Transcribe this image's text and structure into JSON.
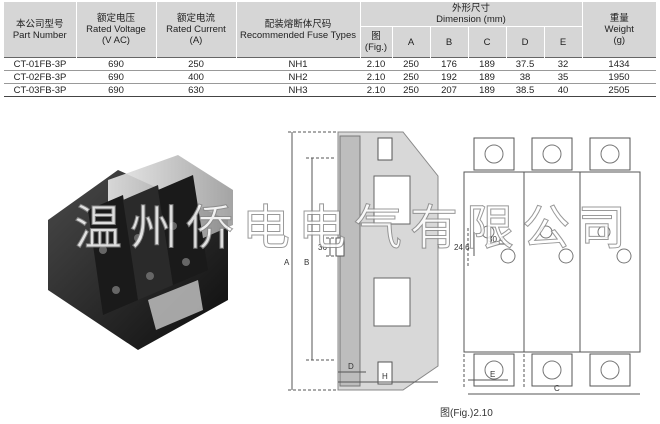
{
  "table": {
    "headers": {
      "part_zh": "本公司型号",
      "part_en": "Part Number",
      "volt_zh": "额定电压",
      "volt_en1": "Rated Voltage",
      "volt_en2": "(V AC)",
      "curr_zh": "额定电流",
      "curr_en1": "Rated Current",
      "curr_en2": "(A)",
      "fuse_zh": "配装熔断体尺码",
      "fuse_en": "Recommended Fuse Types",
      "dim_zh": "外形尺寸",
      "dim_en": "Dimension (mm)",
      "fig_zh": "图",
      "fig_en": "(Fig.)",
      "a": "A",
      "b": "B",
      "c": "C",
      "d": "D",
      "e": "E",
      "weight_zh": "重量",
      "weight_en1": "Weight",
      "weight_en2": "(g)"
    },
    "rows": [
      {
        "part": "CT-01FB-3P",
        "voltage": "690",
        "current": "250",
        "fuse": "NH1",
        "fig": "2.10",
        "a": "250",
        "b": "176",
        "c": "189",
        "d": "37.5",
        "e": "32",
        "weight": "1434"
      },
      {
        "part": "CT-02FB-3P",
        "voltage": "690",
        "current": "400",
        "fuse": "NH2",
        "fig": "2.10",
        "a": "250",
        "b": "192",
        "c": "189",
        "d": "38",
        "e": "35",
        "weight": "1950"
      },
      {
        "part": "CT-03FB-3P",
        "voltage": "690",
        "current": "630",
        "fuse": "NH3",
        "fig": "2.10",
        "a": "250",
        "b": "207",
        "c": "189",
        "d": "38.5",
        "e": "40",
        "weight": "2505"
      }
    ]
  },
  "drawing": {
    "side_labels": {
      "a": "A",
      "b": "B",
      "dim_36": "36",
      "d": "D",
      "h": "H"
    },
    "front_labels": {
      "dim_24_6": "24.6",
      "dim_30_4": "30.4",
      "e": "E",
      "c": "C"
    }
  },
  "watermark": "温州侨电电气有限公司",
  "caption": "图(Fig.)2.10",
  "colors": {
    "header_bg": "#d6d6d6",
    "line": "#555555"
  }
}
